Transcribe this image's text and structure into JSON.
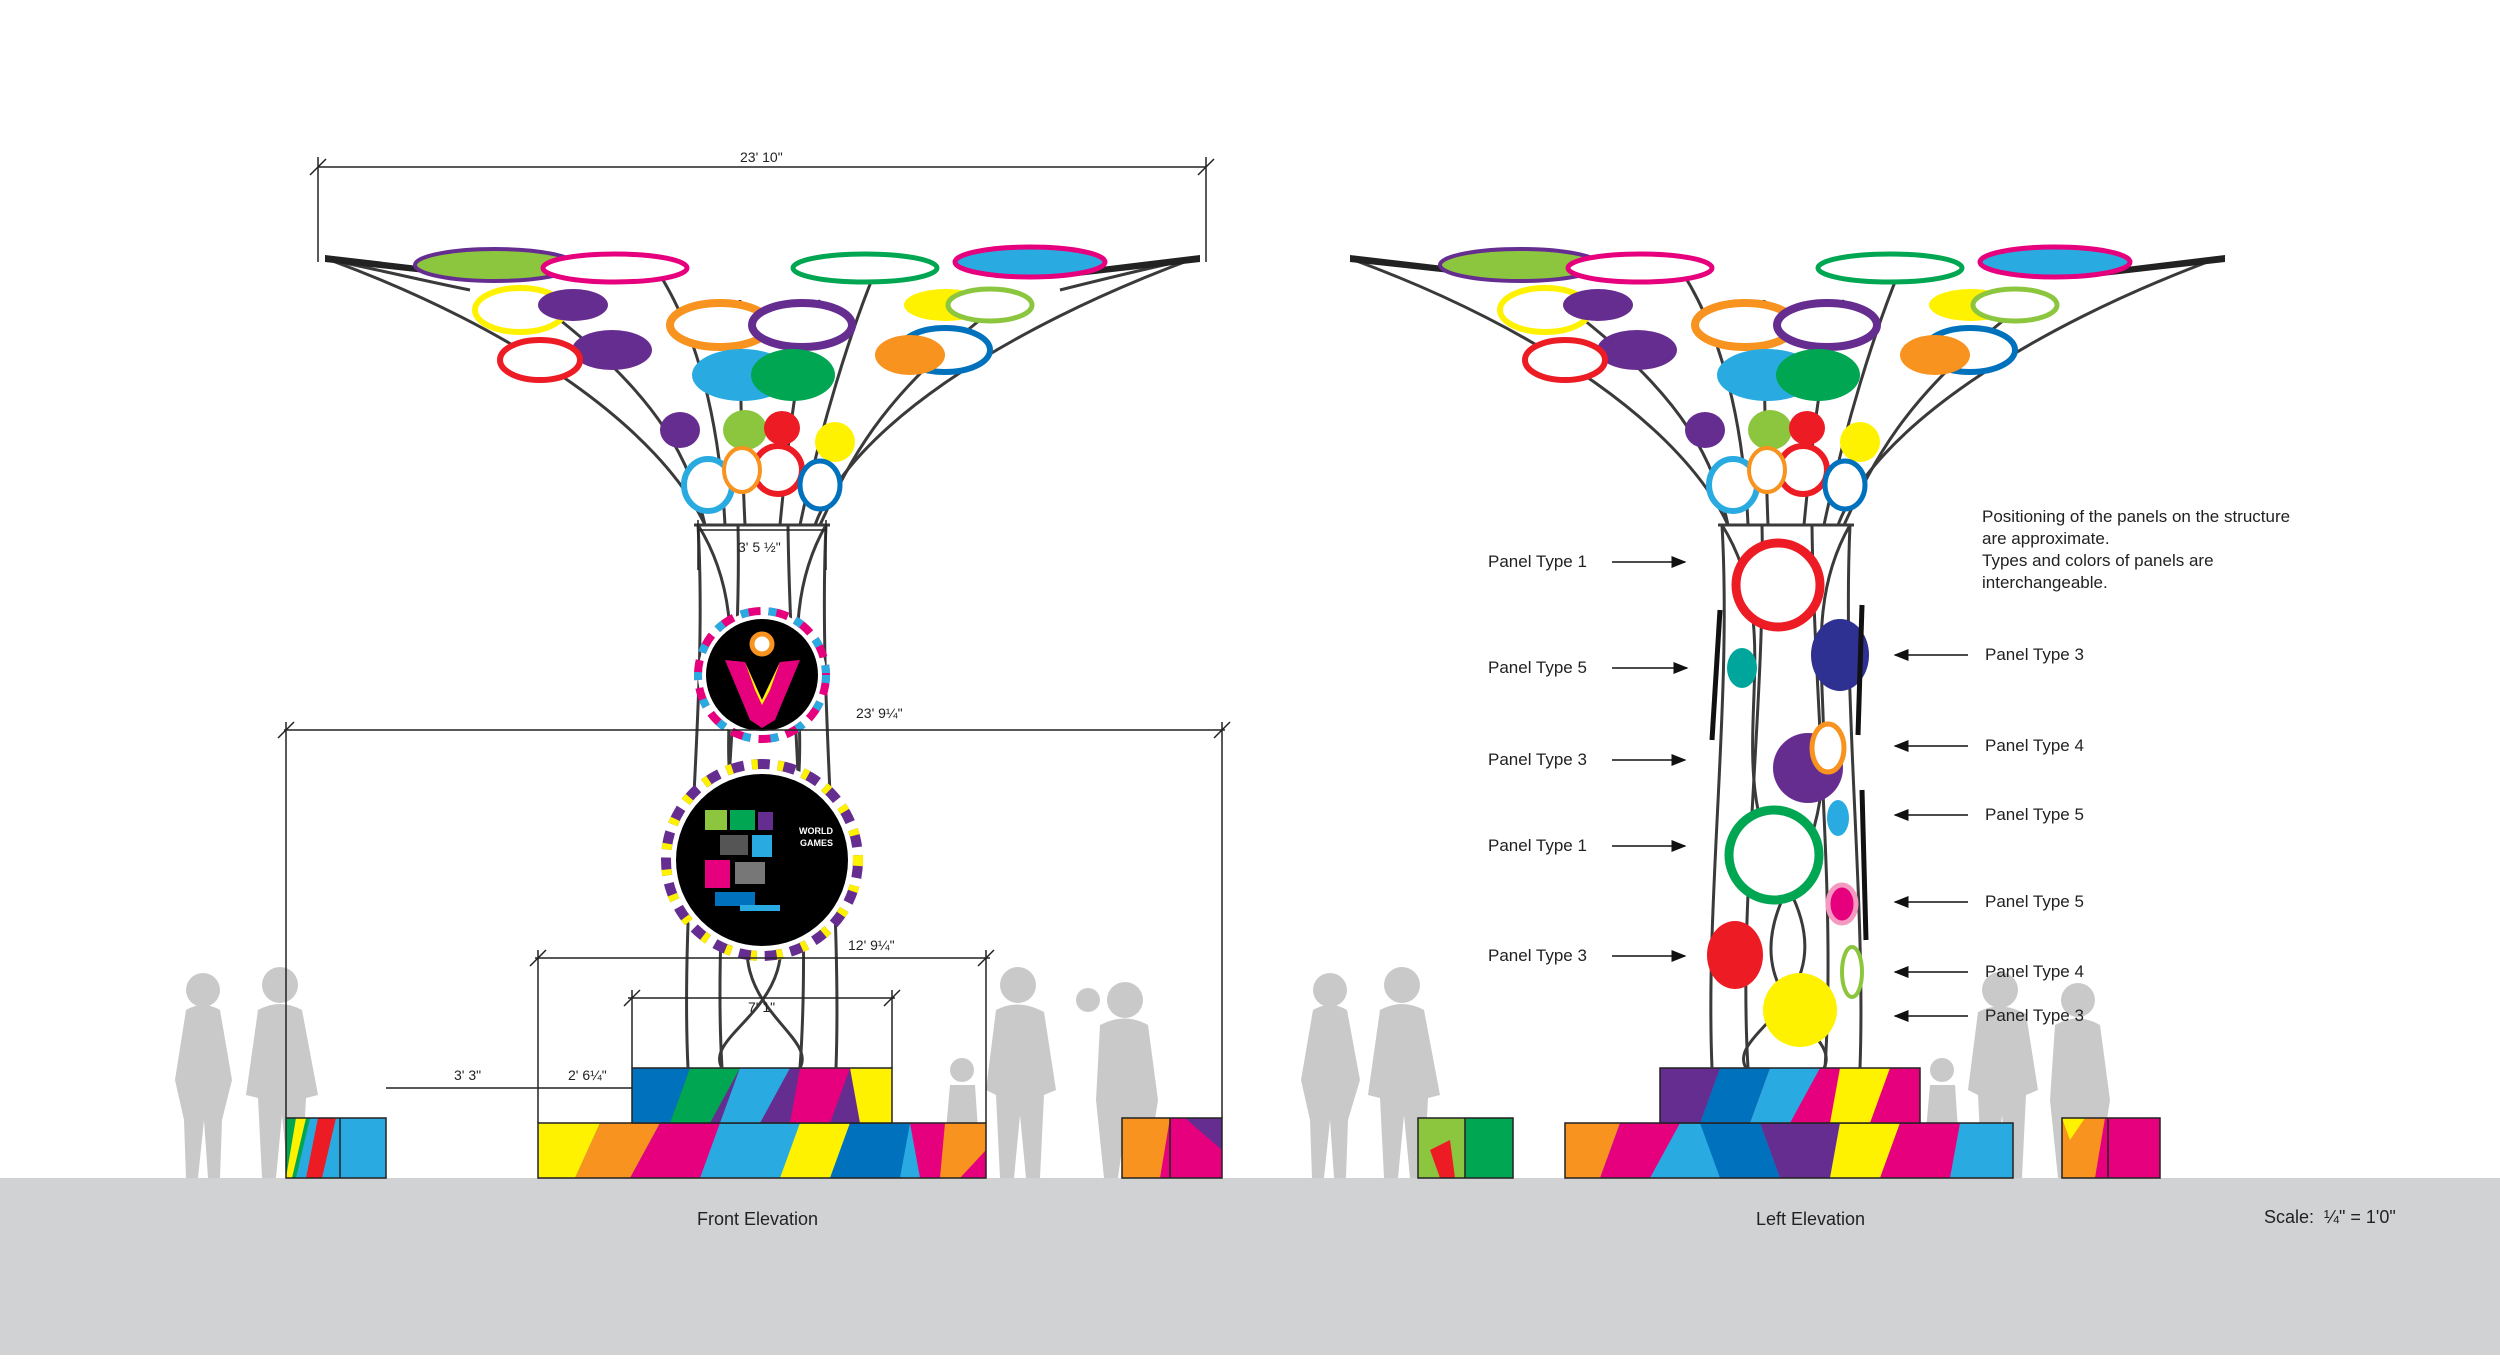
{
  "colors": {
    "ground": "#d1d2d4",
    "silhouette": "#c9c9c9",
    "structure": "#3a3a3a",
    "palette": [
      "#e6007e",
      "#f7931e",
      "#fff200",
      "#29abe2",
      "#00a651",
      "#662d91",
      "#ed1c24",
      "#0071bc",
      "#8cc63f"
    ]
  },
  "dimensions": {
    "canopy_width": "23' 10\"",
    "column_width": "3' 5 ½\"",
    "overall_base_width": "23' 9¼\"",
    "lower_base_width": "12' 9¼\"",
    "upper_base_width": "7' 1\"",
    "bench_gap": "3' 3\"",
    "base_step": "2' 6¼\""
  },
  "sign_map": {
    "title_line1": "WORLD",
    "title_line2": "GAMES"
  },
  "captions": {
    "front": "Front Elevation",
    "left": "Left Elevation",
    "scale_label": "Scale:",
    "scale_value": "¼\" = 1'0\""
  },
  "notes": {
    "line1": "Positioning of the panels on the structure",
    "line2": "are approximate.",
    "line3": "Types and colors of panels are",
    "line4": "interchangeable."
  },
  "panel_callouts": {
    "left": [
      "Panel Type 1",
      "Panel Type 5",
      "Panel Type 3",
      "Panel Type 1",
      "Panel Type 3"
    ],
    "right": [
      "Panel Type 3",
      "Panel Type 4",
      "Panel Type 5",
      "Panel Type 5",
      "Panel Type 4",
      "Panel Type 3"
    ]
  }
}
